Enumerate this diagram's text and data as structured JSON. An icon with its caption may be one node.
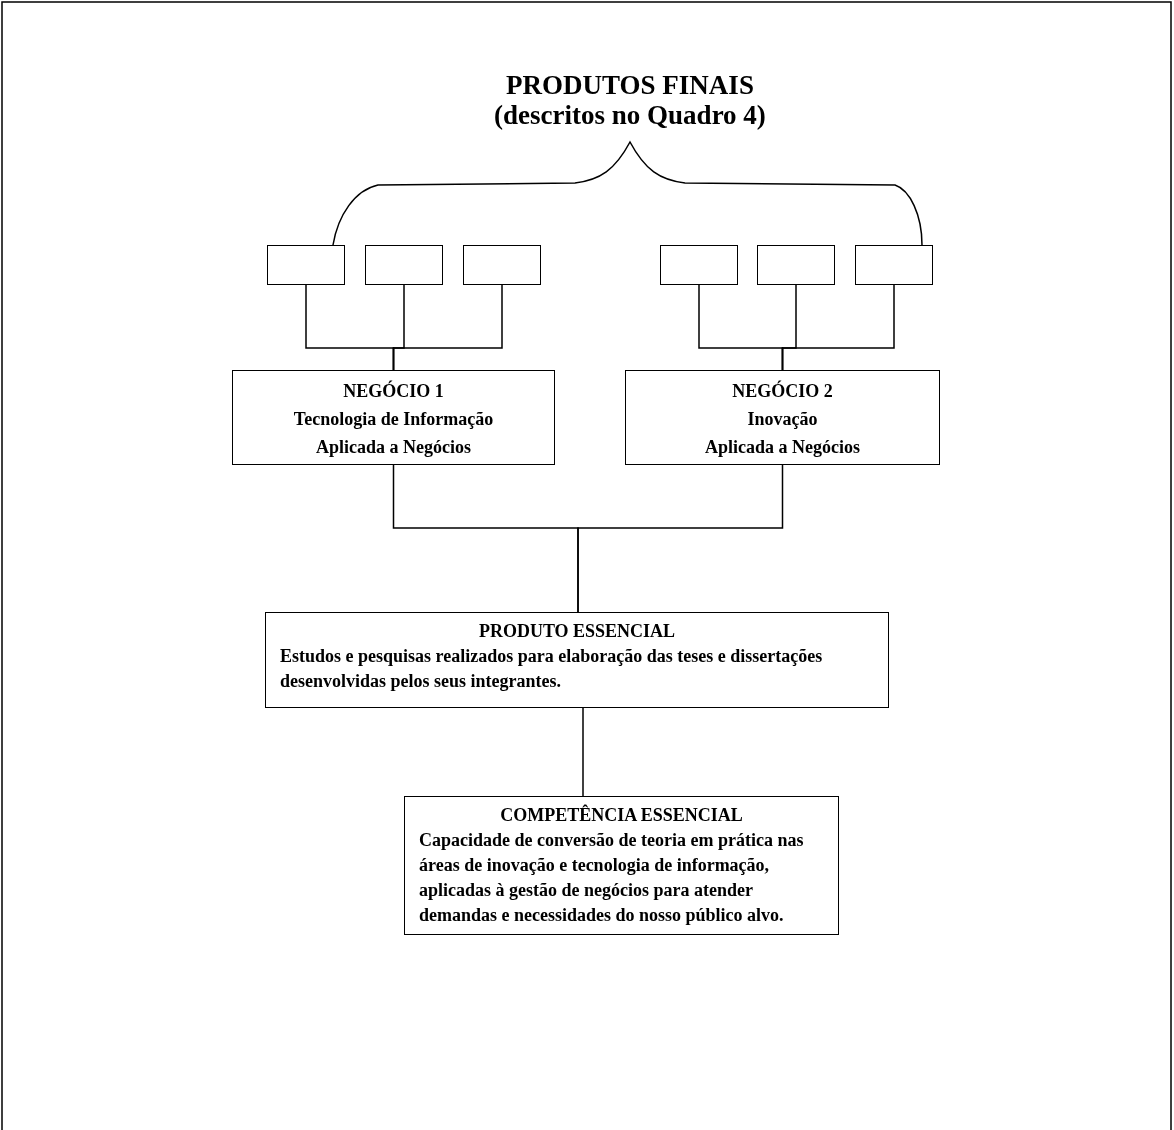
{
  "diagram": {
    "title": "PRODUTOS FINAIS (descritos no Quadro 4)",
    "nodes": [
      {
        "text": [],
        "shape": "box"
      },
      {
        "text": [],
        "shape": "box"
      },
      {
        "text": [],
        "shape": "box"
      },
      {
        "text": [],
        "shape": "box"
      },
      {
        "text": [],
        "shape": "box"
      },
      {
        "text": [],
        "shape": "box"
      },
      {
        "text": [
          "NEGÓCIO 1",
          "Tecnologia de Informação",
          "Aplicada a Negócios"
        ]
      },
      {
        "text": [
          "NEGÓCIO 2",
          "Inovação",
          "Aplicada a Negócios"
        ]
      },
      {
        "text": [
          "PRODUTO ESSENCIAL",
          "Estudos e pesquisas realizados para elaboração das teses e dissertações desenvolvidas pelos seus integrantes."
        ]
      },
      {
        "text": [
          "COMPETÊNCIA ESSENCIAL",
          "Capacidade de conversão de teoria em prática nas áreas de inovação e tecnologia de informação, aplicadas à gestão de negócios para atender demandas e necessidades do nosso público alvo."
        ]
      }
    ],
    "edges": [
      {
        "from": 0,
        "to": 6,
        "arrow": "none"
      },
      {
        "from": 1,
        "to": 6,
        "arrow": "none"
      },
      {
        "from": 2,
        "to": 6,
        "arrow": "none"
      },
      {
        "from": 3,
        "to": 7,
        "arrow": "none"
      },
      {
        "from": 4,
        "to": 7,
        "arrow": "none"
      },
      {
        "from": 5,
        "to": 7,
        "arrow": "none"
      },
      {
        "from": 6,
        "to": 8,
        "arrow": "none"
      },
      {
        "from": 7,
        "to": 8,
        "arrow": "none"
      },
      {
        "from": 8,
        "to": 9,
        "arrow": "none"
      }
    ]
  }
}
